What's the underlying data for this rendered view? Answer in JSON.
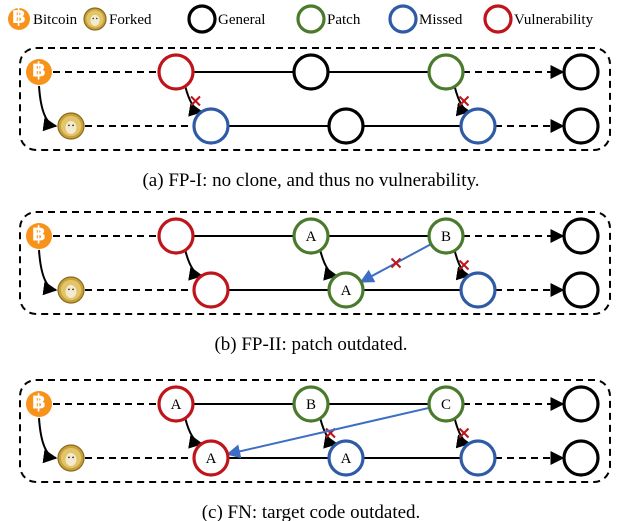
{
  "colors": {
    "general": "#000000",
    "patch": "#4a7a2c",
    "missed": "#2f5ba6",
    "vulnerability": "#c0141b",
    "bitcoin": "#f7931a",
    "forked": "#c8a13a",
    "arrow_blue": "#3d6ec4",
    "cross": "#c0141b"
  },
  "legend": [
    {
      "kind": "bitcoin-icon",
      "label": "Bitcoin"
    },
    {
      "kind": "forked-icon",
      "label": "Forked"
    },
    {
      "kind": "general",
      "label": "General"
    },
    {
      "kind": "patch",
      "label": "Patch"
    },
    {
      "kind": "missed",
      "label": "Missed"
    },
    {
      "kind": "vulnerability",
      "label": "Vulnerability"
    }
  ],
  "diagrams": [
    {
      "id": "fp1",
      "caption": "(a) FP-I: no clone, and thus no vulnerability.",
      "top_row": [
        {
          "type": "vulnerability",
          "label": ""
        },
        {
          "type": "general",
          "label": ""
        },
        {
          "type": "patch",
          "label": ""
        },
        {
          "type": "general",
          "label": ""
        }
      ],
      "bottom_row": [
        {
          "type": "missed",
          "label": ""
        },
        {
          "type": "general",
          "label": ""
        },
        {
          "type": "missed",
          "label": ""
        },
        {
          "type": "general",
          "label": ""
        }
      ]
    },
    {
      "id": "fp2",
      "caption": "(b) FP-II: patch outdated.",
      "top_row": [
        {
          "type": "vulnerability",
          "label": ""
        },
        {
          "type": "patch",
          "label": "A"
        },
        {
          "type": "patch",
          "label": "B"
        },
        {
          "type": "general",
          "label": ""
        }
      ],
      "bottom_row": [
        {
          "type": "vulnerability",
          "label": ""
        },
        {
          "type": "patch",
          "label": "A"
        },
        {
          "type": "missed",
          "label": ""
        },
        {
          "type": "general",
          "label": ""
        }
      ]
    },
    {
      "id": "fn",
      "caption": "(c) FN: target code outdated.",
      "top_row": [
        {
          "type": "vulnerability",
          "label": "A"
        },
        {
          "type": "patch",
          "label": "B"
        },
        {
          "type": "patch",
          "label": "C"
        },
        {
          "type": "general",
          "label": ""
        }
      ],
      "bottom_row": [
        {
          "type": "vulnerability",
          "label": "A"
        },
        {
          "type": "missed",
          "label": "A"
        },
        {
          "type": "missed",
          "label": ""
        },
        {
          "type": "general",
          "label": ""
        }
      ]
    }
  ]
}
